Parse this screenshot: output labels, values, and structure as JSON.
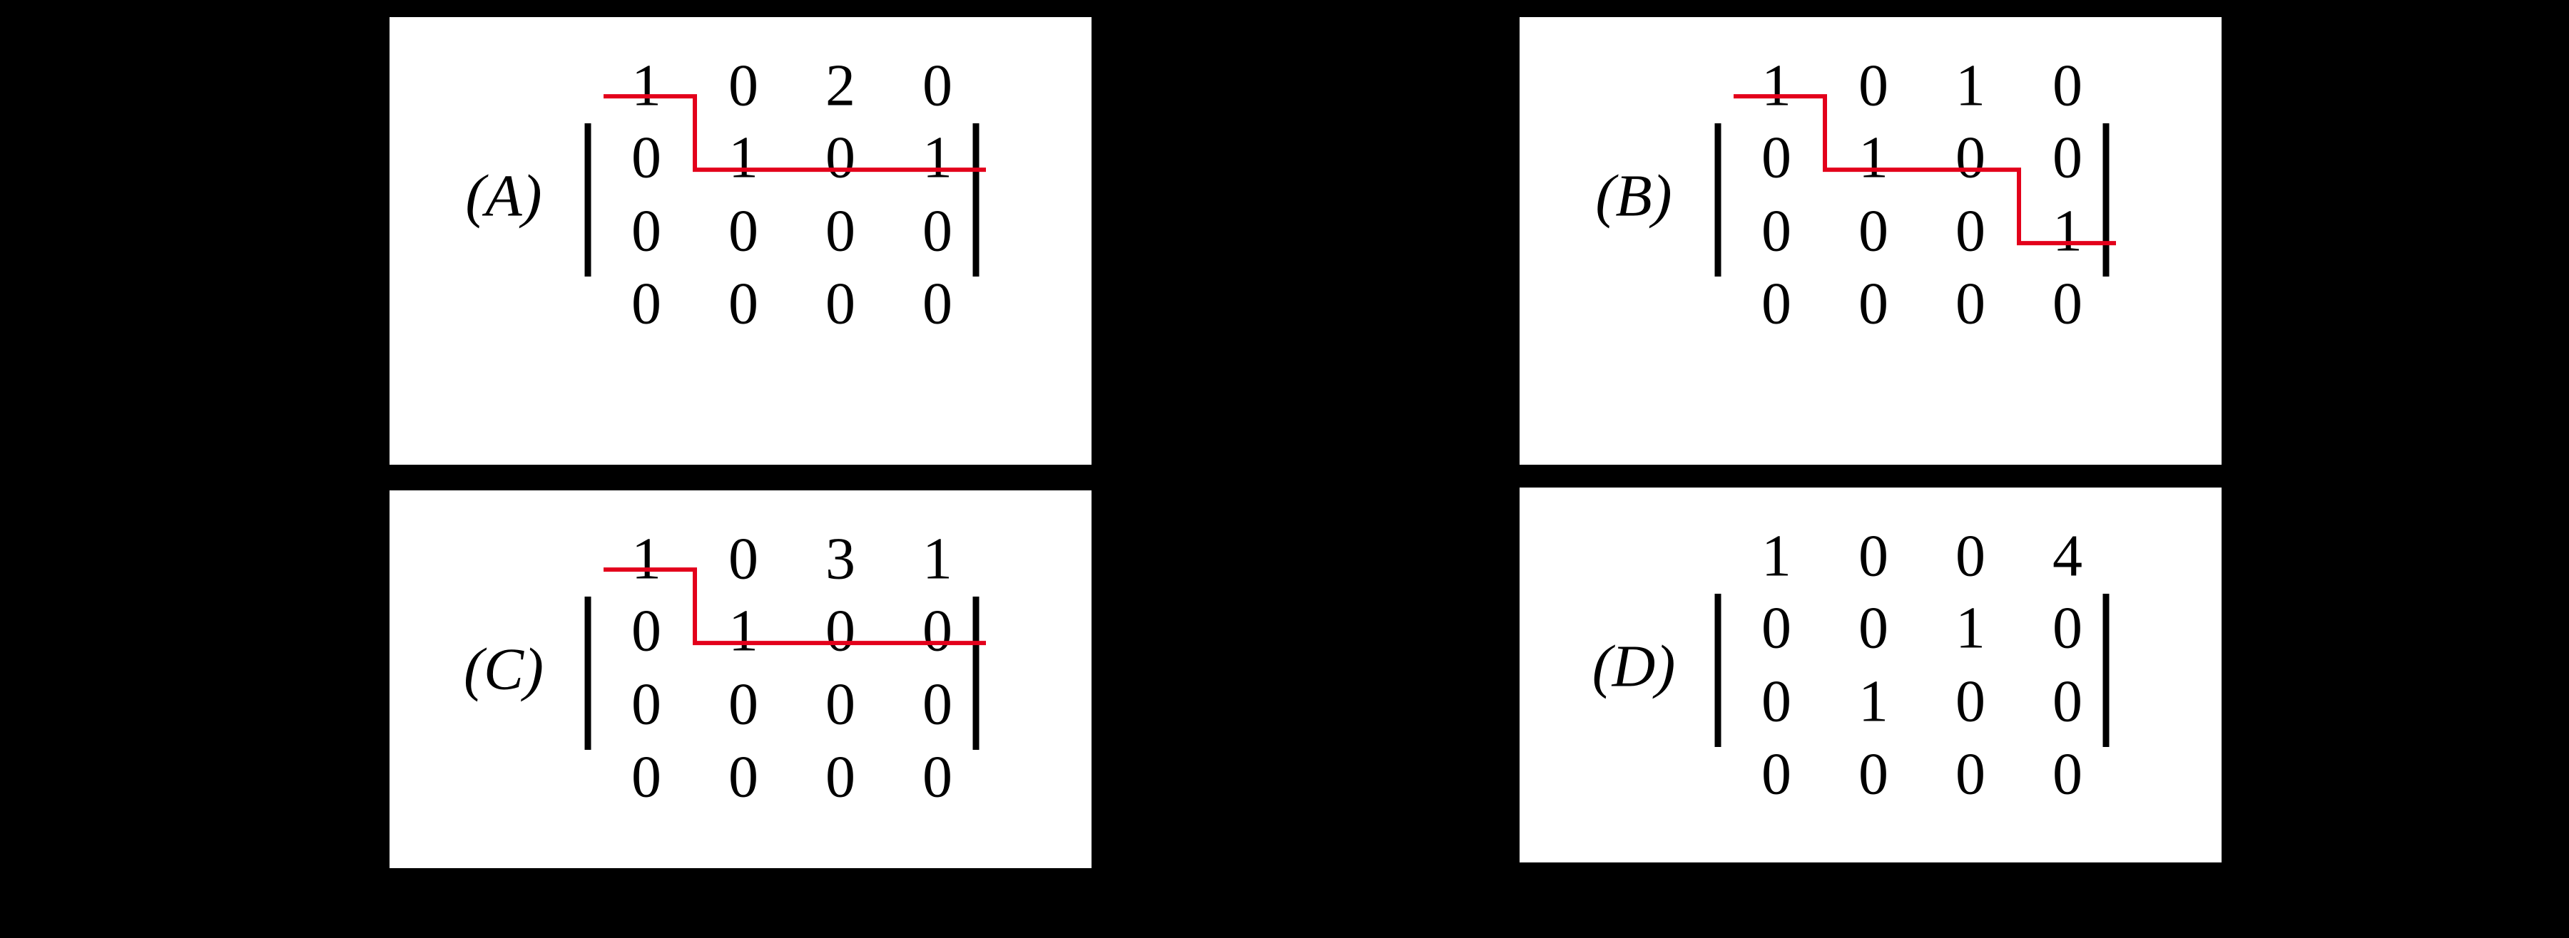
{
  "panels": [
    {
      "id": "a",
      "label": "(A)",
      "rows": [
        [
          "1",
          "0",
          "2",
          "0"
        ],
        [
          "0",
          "1",
          "0",
          "1"
        ],
        [
          "0",
          "0",
          "0",
          "0"
        ],
        [
          "0",
          "0",
          "0",
          "0"
        ]
      ],
      "staircase": [
        [
          0,
          0
        ],
        [
          1,
          1
        ],
        [
          1,
          4
        ]
      ],
      "line_color": "#e3001b"
    },
    {
      "id": "b",
      "label": "(B)",
      "rows": [
        [
          "1",
          "0",
          "1",
          "0"
        ],
        [
          "0",
          "1",
          "0",
          "0"
        ],
        [
          "0",
          "0",
          "0",
          "1"
        ],
        [
          "0",
          "0",
          "0",
          "0"
        ]
      ],
      "staircase": [
        [
          0,
          0
        ],
        [
          1,
          1
        ],
        [
          2,
          3
        ],
        [
          2,
          4
        ]
      ],
      "line_color": "#e3001b"
    },
    {
      "id": "c",
      "label": "(C)",
      "rows": [
        [
          "1",
          "0",
          "3",
          "1"
        ],
        [
          "0",
          "1",
          "0",
          "0"
        ],
        [
          "0",
          "0",
          "0",
          "0"
        ],
        [
          "0",
          "0",
          "0",
          "0"
        ]
      ],
      "staircase": [
        [
          0,
          0
        ],
        [
          1,
          1
        ],
        [
          1,
          4
        ]
      ],
      "line_color": "#e3001b"
    },
    {
      "id": "d",
      "label": "(D)",
      "rows": [
        [
          "1",
          "0",
          "0",
          "4"
        ],
        [
          "0",
          "0",
          "1",
          "0"
        ],
        [
          "0",
          "1",
          "0",
          "0"
        ],
        [
          "0",
          "0",
          "0",
          "0"
        ]
      ],
      "staircase": [],
      "line_color": "#e3001b"
    }
  ]
}
